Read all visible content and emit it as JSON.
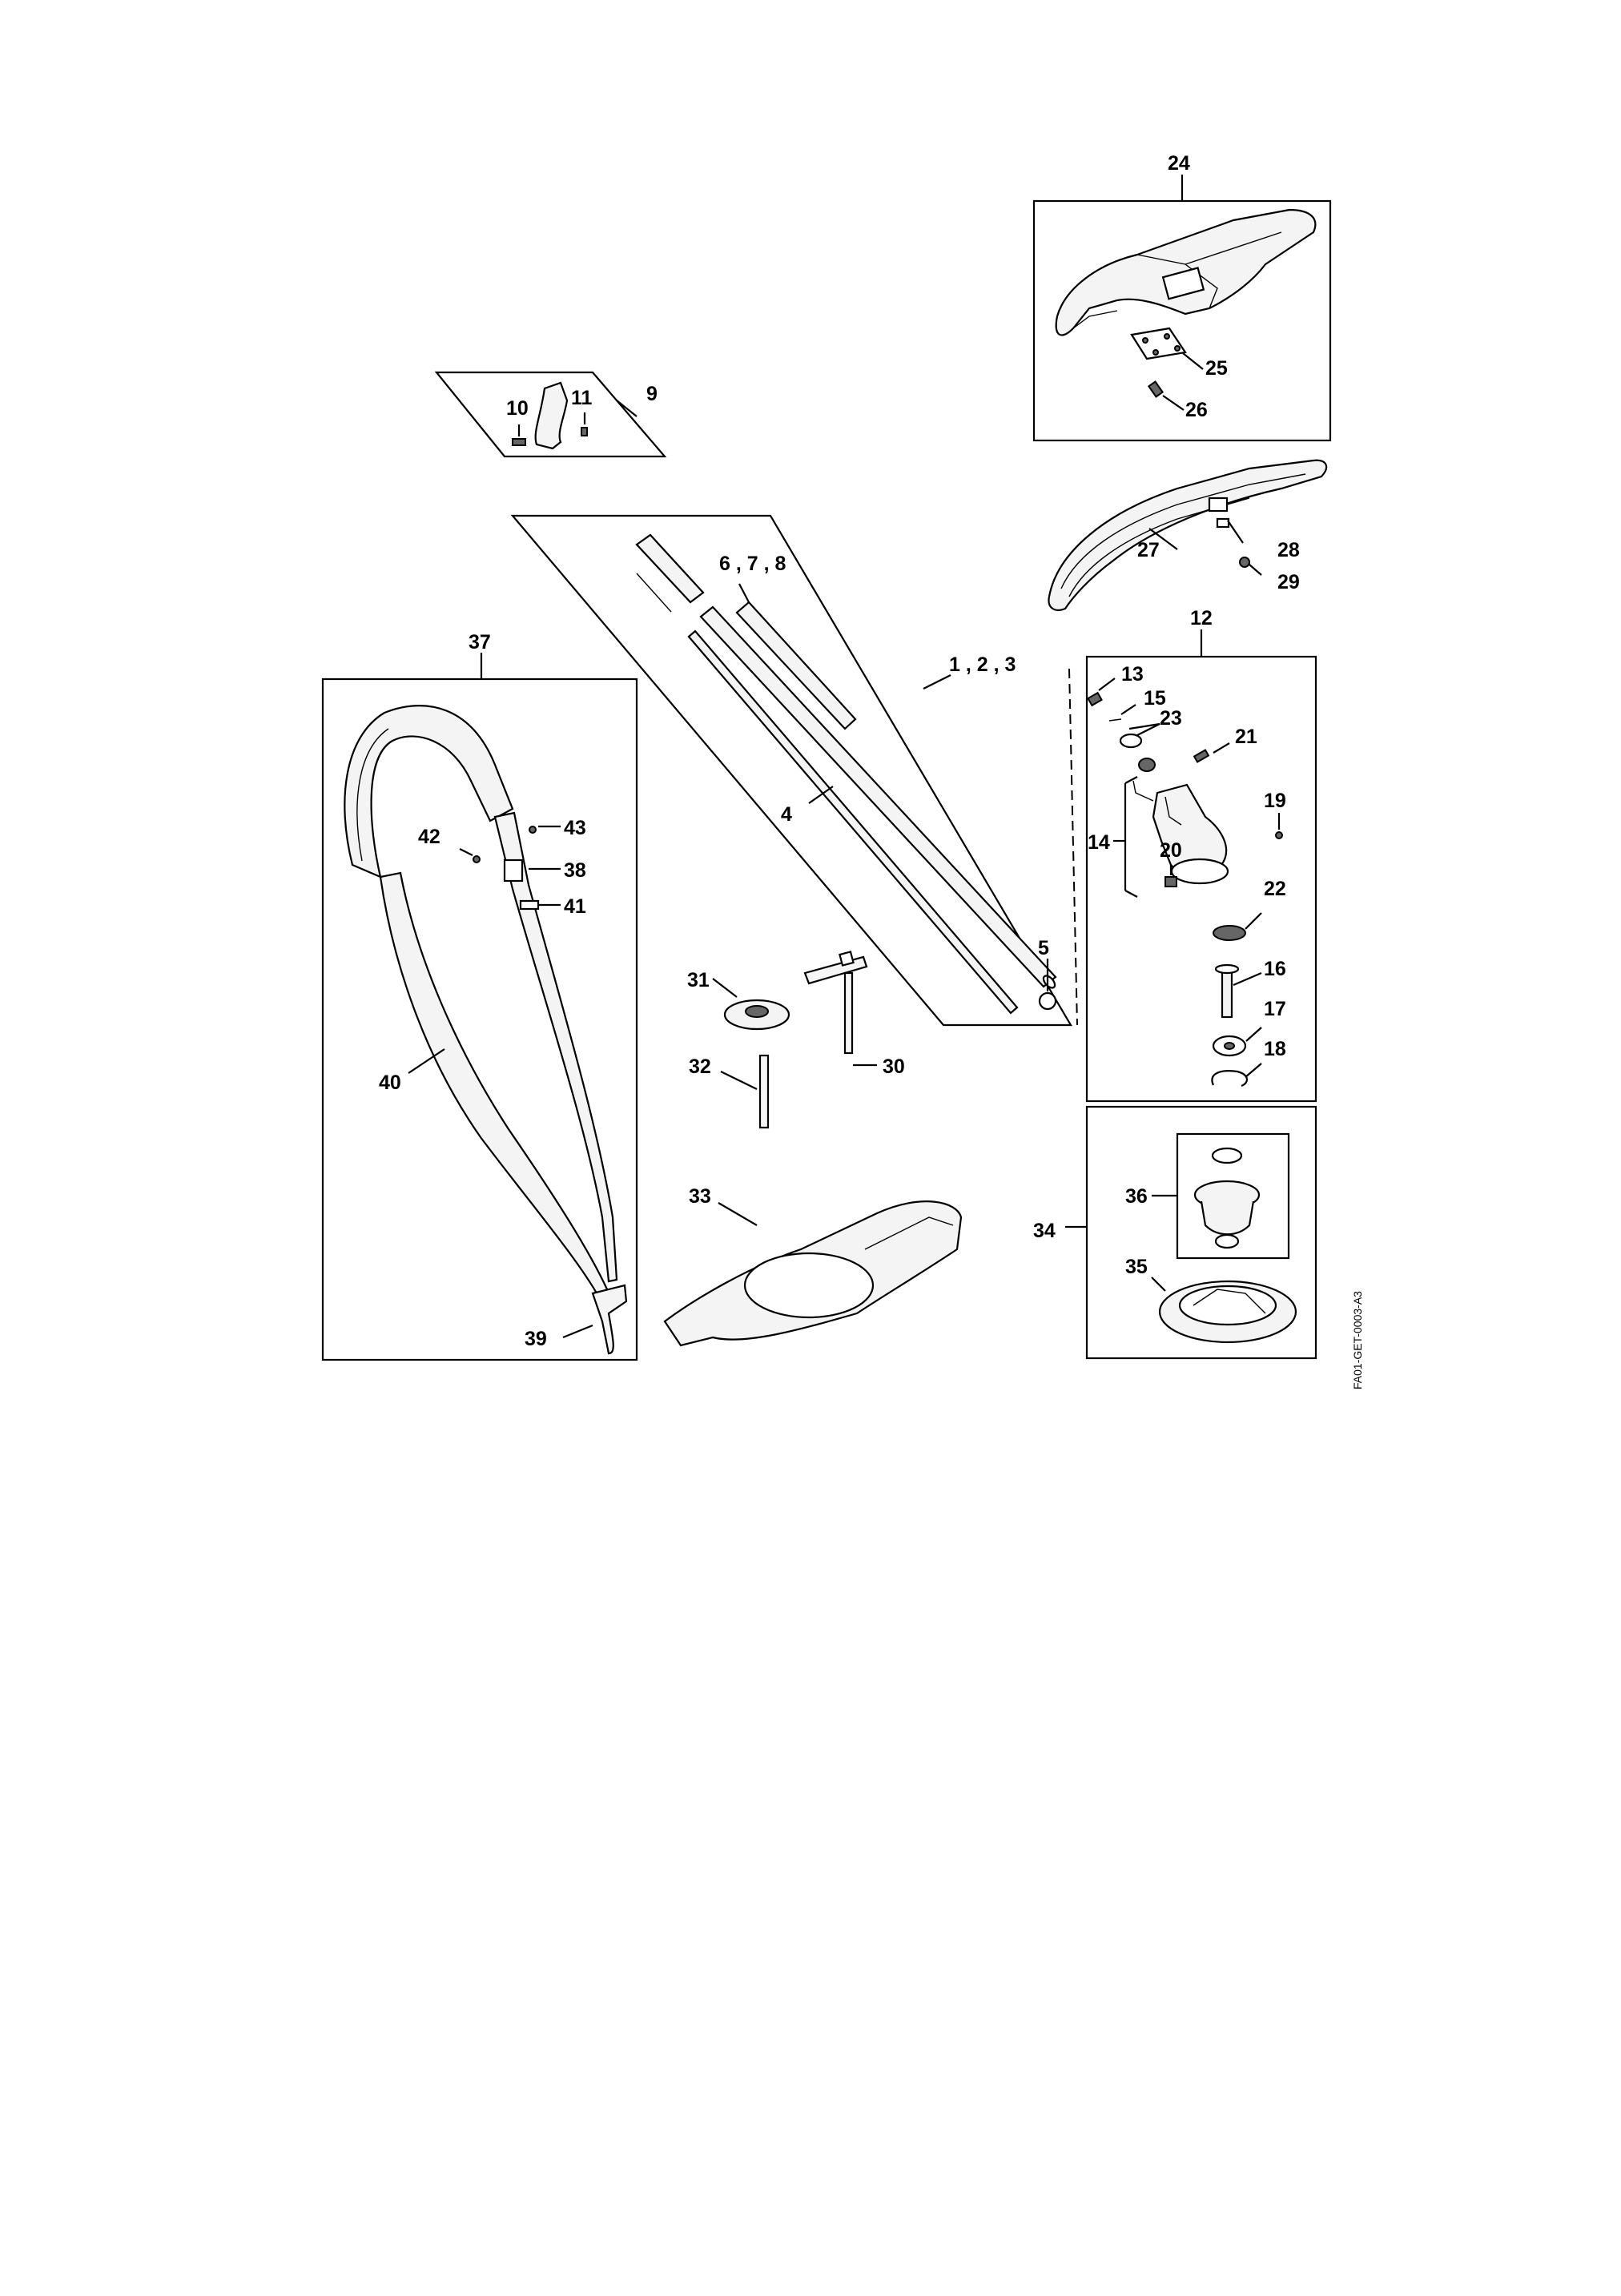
{
  "drawing_code": "FA01-GET-0003-A3",
  "labels": {
    "p1_2_3": "1 , 2 , 3",
    "p4": "4",
    "p5": "5",
    "p6_7_8": "6 , 7 , 8",
    "p9": "9",
    "p10": "10",
    "p11": "11",
    "p12": "12",
    "p13": "13",
    "p14": "14",
    "p15": "15",
    "p16": "16",
    "p17": "17",
    "p18": "18",
    "p19": "19",
    "p20": "20",
    "p21": "21",
    "p22": "22",
    "p23": "23",
    "p24": "24",
    "p25": "25",
    "p26": "26",
    "p27": "27",
    "p28": "28",
    "p29": "29",
    "p30": "30",
    "p31": "31",
    "p32": "32",
    "p33": "33",
    "p34": "34",
    "p35": "35",
    "p36": "36",
    "p37": "37",
    "p38": "38",
    "p39": "39",
    "p40": "40",
    "p41": "41",
    "p42": "42",
    "p43": "43"
  }
}
